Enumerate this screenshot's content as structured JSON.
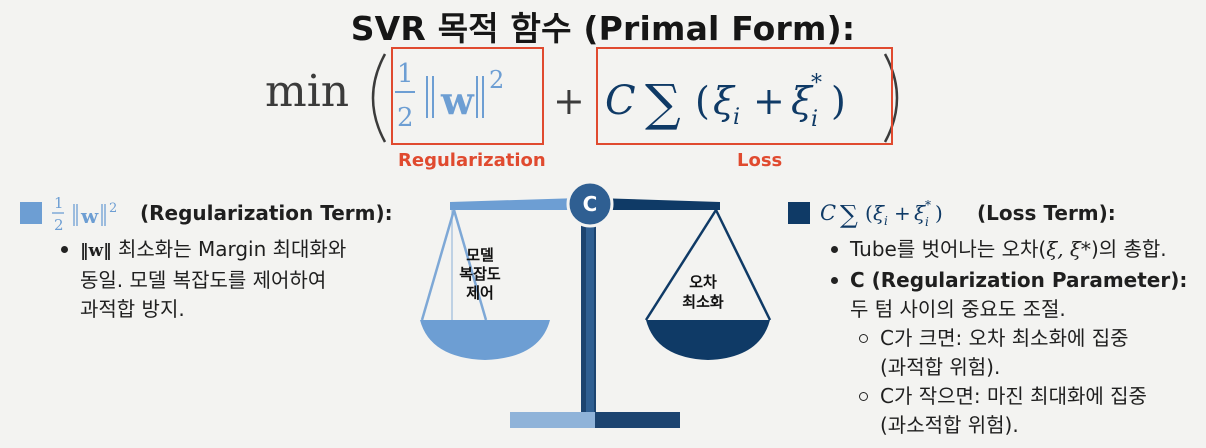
{
  "title": "SVR 목적 함수 (Primal Form):",
  "formula": {
    "min": "min",
    "reg_label": "Regularization",
    "loss_label": "Loss"
  },
  "colors": {
    "light_blue": "#6d9ed3",
    "dark_blue": "#0f3a66",
    "highlight_red": "#e04a2f"
  },
  "left": {
    "heading": "(Regularization Term):",
    "bullet1_line1_rest": "최소화는 Margin 최대화와",
    "bullet1_line2": "동일. 모델 복잡도를 제어하여",
    "bullet1_line3": "과적합 방지."
  },
  "scale": {
    "center_label": "C",
    "left_pan": [
      "모델",
      "복잡도",
      "제어"
    ],
    "right_pan": [
      "오차",
      "최소화"
    ]
  },
  "right": {
    "heading": "(Loss Term):",
    "bullet1_pre": "Tube를 벗어나는 오차(",
    "bullet1_post": ")의 총합.",
    "bullet2_bold": "C (Regularization Parameter):",
    "bullet2_line2": "두 텀 사이의 중요도 조절.",
    "sub1_line1": "C가 크면: 오차 최소화에 집중",
    "sub1_line2": "(과적합 위험).",
    "sub2_line1": "C가 작으면: 마진 최대화에 집중",
    "sub2_line2": "(과소적합 위험)."
  }
}
